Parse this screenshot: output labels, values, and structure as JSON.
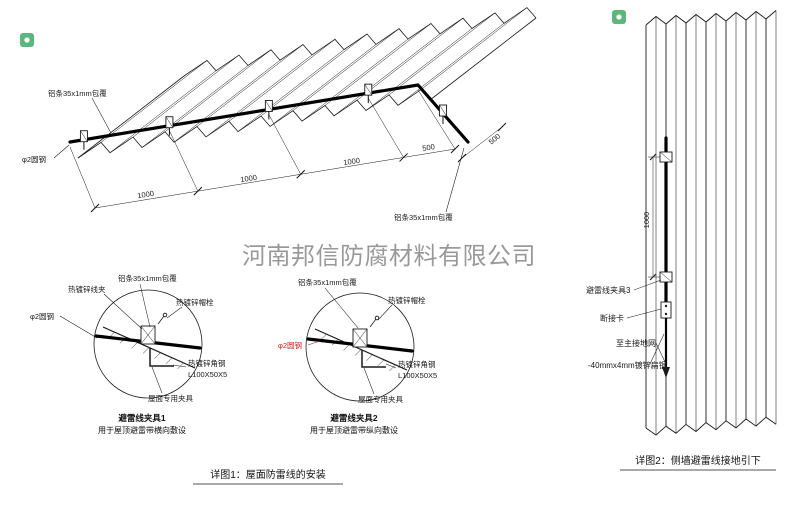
{
  "colors": {
    "line": "#1a1a1a",
    "accent_red": "#cc2222",
    "stamp": "#5cb87a"
  },
  "watermark": "河南邦信防腐材料有限公司",
  "roof": {
    "label_alu_top": "铝条35x1mm包覆",
    "label_round_steel": "φ2圆钢",
    "label_alu_right": "铝条35x1mm包覆",
    "dims": [
      "1000",
      "1000",
      "1000",
      "500"
    ],
    "dim_side": "500",
    "caption": "详图1：屋面防雷线的安装"
  },
  "detail1": {
    "label_wire_clip": "热镀锌线夹",
    "label_alu": "铝条35x1mm包覆",
    "label_bolt": "热镀锌帽栓",
    "label_round_steel": "φ2圆钢",
    "label_angle_line1": "热镀锌角钢",
    "label_angle_line2": "L100X50X5",
    "label_fixture": "屋面专用夹具",
    "title": "避雷线夹具1",
    "subtitle": "用于屋顶避雷带横向敷设"
  },
  "detail2": {
    "label_alu": "铝条35x1mm包覆",
    "label_bolt": "热镀锌帽栓",
    "label_round_steel": "φ2圆钢",
    "label_angle_line1": "热镀锌角钢",
    "label_angle_line2": "L100X50X5",
    "label_fixture": "屋面专用夹具",
    "title": "避雷线夹具2",
    "subtitle": "用于屋顶避雷带纵向敷设"
  },
  "wall": {
    "dim": "1000",
    "label_clamp": "避雷线夹具3",
    "label_disconnect": "断接卡",
    "label_ground": "至主接地网",
    "label_flat_steel": "-40mmx4mm镀锌扁钢",
    "caption": "详图2：侧墙避雷线接地引下"
  }
}
